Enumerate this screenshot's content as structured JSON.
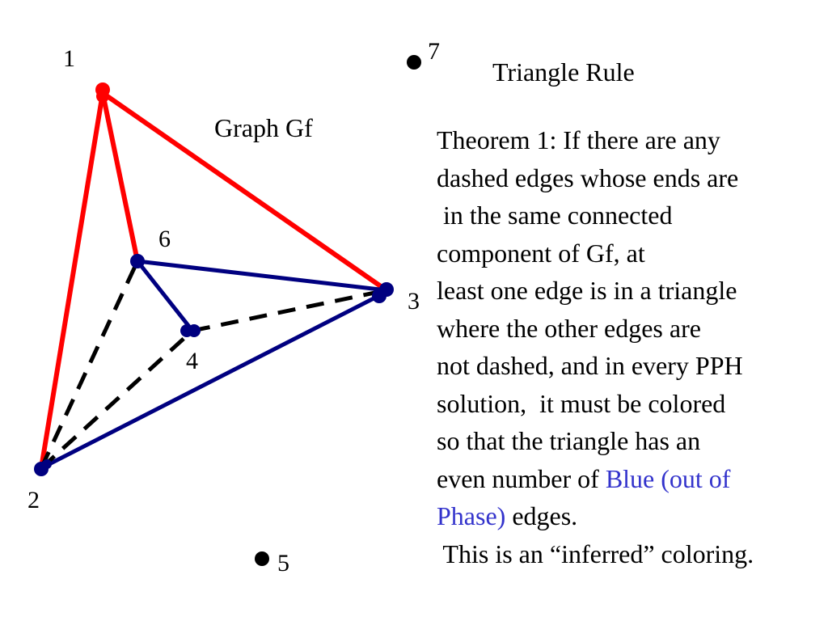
{
  "title": "Triangle Rule",
  "graph_title": "Graph Gf",
  "nodes": [
    {
      "id": "1",
      "label": "1"
    },
    {
      "id": "2",
      "label": "2"
    },
    {
      "id": "3",
      "label": "3"
    },
    {
      "id": "4",
      "label": "4"
    },
    {
      "id": "5",
      "label": "5"
    },
    {
      "id": "6",
      "label": "6"
    },
    {
      "id": "7",
      "label": "7"
    }
  ],
  "colors": {
    "red_edge": "#ff0000",
    "blue_edge": "#000080",
    "node": "#000080",
    "red_node": "#ff0000",
    "dashed_edge": "#000000",
    "text_blue": "#3333cc"
  },
  "edges": [
    {
      "from": "1",
      "to": "2",
      "style": "red"
    },
    {
      "from": "1",
      "to": "3",
      "style": "red"
    },
    {
      "from": "1",
      "to": "6",
      "style": "red"
    },
    {
      "from": "6",
      "to": "3",
      "style": "blue"
    },
    {
      "from": "6",
      "to": "4",
      "style": "blue"
    },
    {
      "from": "2",
      "to": "3",
      "style": "blue"
    },
    {
      "from": "2",
      "to": "6",
      "style": "dashed"
    },
    {
      "from": "2",
      "to": "4",
      "style": "dashed"
    },
    {
      "from": "4",
      "to": "3",
      "style": "dashed"
    }
  ],
  "theorem": {
    "lines": [
      "Theorem 1: If there are any",
      "dashed edges whose ends are",
      " in the same connected",
      "component of Gf, at",
      "least one edge is in a triangle",
      "where the other edges are",
      "not dashed, and in every PPH",
      "solution,  it must be colored",
      "so that the triangle has an"
    ],
    "line10_prefix": "even number of ",
    "line10_blue": "Blue (out of",
    "line11_blue": "Phase)",
    "line11_suffix": " edges.",
    "line12": " This is an “inferred” coloring."
  }
}
